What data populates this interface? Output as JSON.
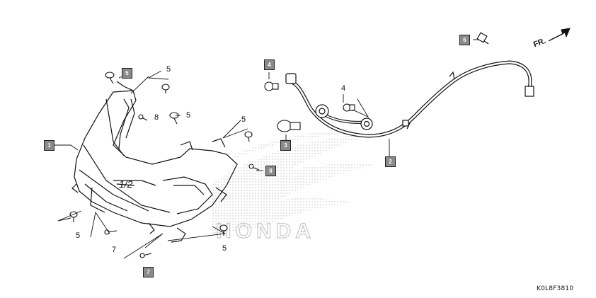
{
  "diagram": {
    "code": "K0L8F3810",
    "direction_label": "FR.",
    "brand_watermark": "HONDA",
    "callouts": [
      {
        "id": "c1",
        "text": "1",
        "boxed": true
      },
      {
        "id": "c2",
        "text": "2",
        "boxed": true
      },
      {
        "id": "c3",
        "text": "3",
        "boxed": true
      },
      {
        "id": "c4a",
        "text": "4",
        "boxed": true
      },
      {
        "id": "c4b",
        "text": "4",
        "boxed": false
      },
      {
        "id": "c5a",
        "text": "5",
        "boxed": true
      },
      {
        "id": "c5b",
        "text": "5",
        "boxed": false
      },
      {
        "id": "c5c",
        "text": "5",
        "boxed": false
      },
      {
        "id": "c5d",
        "text": "5",
        "boxed": false
      },
      {
        "id": "c5e",
        "text": "5",
        "boxed": false
      },
      {
        "id": "c5f",
        "text": "5",
        "boxed": false
      },
      {
        "id": "c6",
        "text": "6",
        "boxed": true
      },
      {
        "id": "c7a",
        "text": "7",
        "boxed": false
      },
      {
        "id": "c7b",
        "text": "7",
        "boxed": true
      },
      {
        "id": "c8a",
        "text": "8",
        "boxed": false
      },
      {
        "id": "c8b",
        "text": "8",
        "boxed": true
      }
    ],
    "colors": {
      "line": "#111111",
      "label_box": "#8a8a8a",
      "watermark": "#c8c8c8"
    }
  }
}
